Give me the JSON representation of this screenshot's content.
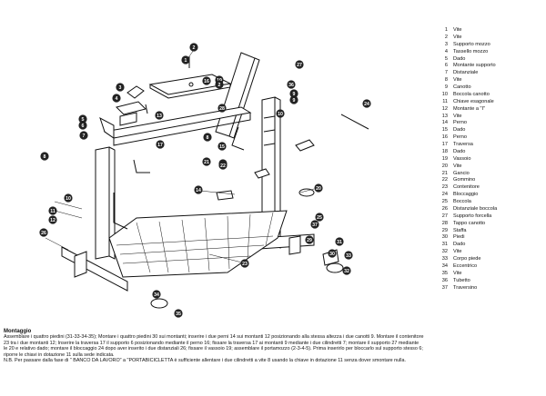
{
  "parts": [
    {
      "num": "1",
      "name": "Vite"
    },
    {
      "num": "2",
      "name": "Vite"
    },
    {
      "num": "3",
      "name": "Supporto mozzo"
    },
    {
      "num": "4",
      "name": "Tassello mozzo"
    },
    {
      "num": "5",
      "name": "Dado"
    },
    {
      "num": "6",
      "name": "Montante supporto"
    },
    {
      "num": "7",
      "name": "Distanziale"
    },
    {
      "num": "8",
      "name": "Vite"
    },
    {
      "num": "9",
      "name": "Canotto"
    },
    {
      "num": "10",
      "name": "Boccola canotto"
    },
    {
      "num": "11",
      "name": "Chiave esagonale"
    },
    {
      "num": "12",
      "name": "Montante a \"I\""
    },
    {
      "num": "13",
      "name": "Vite"
    },
    {
      "num": "14",
      "name": "Perno"
    },
    {
      "num": "15",
      "name": "Dado"
    },
    {
      "num": "16",
      "name": "Perno"
    },
    {
      "num": "17",
      "name": "Traversa"
    },
    {
      "num": "18",
      "name": "Dado"
    },
    {
      "num": "19",
      "name": "Vassoio"
    },
    {
      "num": "20",
      "name": "Vite"
    },
    {
      "num": "21",
      "name": "Gancio"
    },
    {
      "num": "22",
      "name": "Gommino"
    },
    {
      "num": "23",
      "name": "Contenitore"
    },
    {
      "num": "24",
      "name": "Bloccaggio"
    },
    {
      "num": "25",
      "name": "Boccola"
    },
    {
      "num": "26",
      "name": "Distanziale boccola"
    },
    {
      "num": "27",
      "name": "Supporto forcella"
    },
    {
      "num": "28",
      "name": "Tappo canotto"
    },
    {
      "num": "29",
      "name": "Staffa"
    },
    {
      "num": "30",
      "name": "Piedi"
    },
    {
      "num": "31",
      "name": "Dado"
    },
    {
      "num": "32",
      "name": "Vite"
    },
    {
      "num": "33",
      "name": "Corpo piede"
    },
    {
      "num": "34",
      "name": "Eccentrico"
    },
    {
      "num": "35",
      "name": "Vite"
    },
    {
      "num": "36",
      "name": "Tubetto"
    },
    {
      "num": "37",
      "name": "Traversino"
    }
  ],
  "notes": {
    "heading": "Montaggio",
    "line1": "Assemblare i quattro piedini (31-33-34-35); Montare i quattro piedini 30 sui montanti; inserire i due perni 14 sui montanti 12 posizionando alla stessa altezza i due canotti 9. Montare il contenitore",
    "line2": "23 tra i due montanti 12; Inserire la traversa 17 il supporto 6 posizionando mediante il perno 16; fissare la traversa 17 ai montanti 9 mediante i due cilindretti 7; montare il supporto 27 mediante",
    "line3": "le 20 e relativo dado; montare il bloccaggio 24 dopo aver inserito i due distanziali 26; fissare il vassoio 19; assemblare il portamozzo (2-3-4-5). Prima inserirlo per bloccarlo sul supporto stesso 6;",
    "line4": "riporre le chiavi in dotazione 11 sulla sede indicata.",
    "line5": "N.B. Per passare dalla fase di \" BANCO DA LAVORO\" a \"PORTABICICLETTA è sufficiente allentare i due cilindretti a vite 8 usando la chiave in dotazione 11 senza dover smontare nulla."
  },
  "callouts": [
    "1",
    "2",
    "3",
    "4",
    "5",
    "6",
    "7",
    "8",
    "9",
    "10",
    "11",
    "12",
    "13",
    "14",
    "15",
    "16",
    "17",
    "18",
    "19",
    "20",
    "21",
    "22",
    "23",
    "24",
    "25",
    "26",
    "27",
    "28",
    "29",
    "30",
    "31",
    "32",
    "33",
    "34",
    "35",
    "36",
    "37",
    "8",
    "10",
    "2",
    "9"
  ]
}
